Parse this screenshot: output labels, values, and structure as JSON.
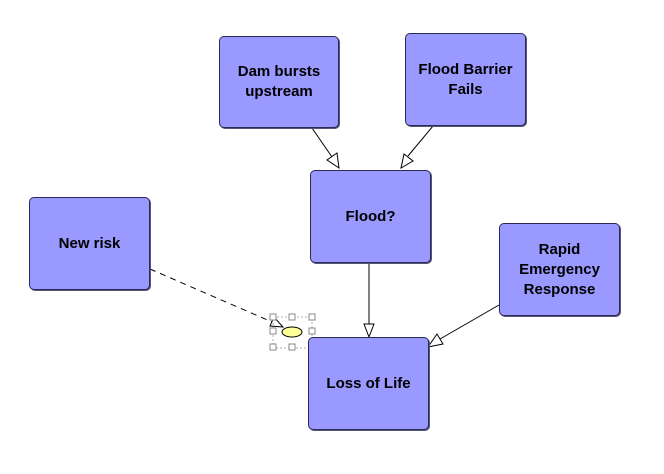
{
  "nodes": {
    "dam": {
      "label": "Dam bursts\nupstream"
    },
    "barrier": {
      "label": "Flood Barrier\nFails"
    },
    "flood": {
      "label": "Flood?"
    },
    "new_risk": {
      "label": "New risk"
    },
    "rapid": {
      "label": "Rapid\nEmergency\nResponse"
    },
    "loss": {
      "label": "Loss of Life"
    }
  },
  "edges": [
    {
      "from": "dam",
      "to": "flood",
      "style": "solid"
    },
    {
      "from": "barrier",
      "to": "flood",
      "style": "solid"
    },
    {
      "from": "flood",
      "to": "loss",
      "style": "solid"
    },
    {
      "from": "rapid",
      "to": "loss",
      "style": "solid"
    },
    {
      "from": "new_risk",
      "to": "loss",
      "style": "dashed",
      "selected": true
    }
  ],
  "colors": {
    "node_fill": "#9999ff",
    "node_border": "#2a2a55",
    "edge": "#000000",
    "selection_marker": "#ffff99"
  }
}
